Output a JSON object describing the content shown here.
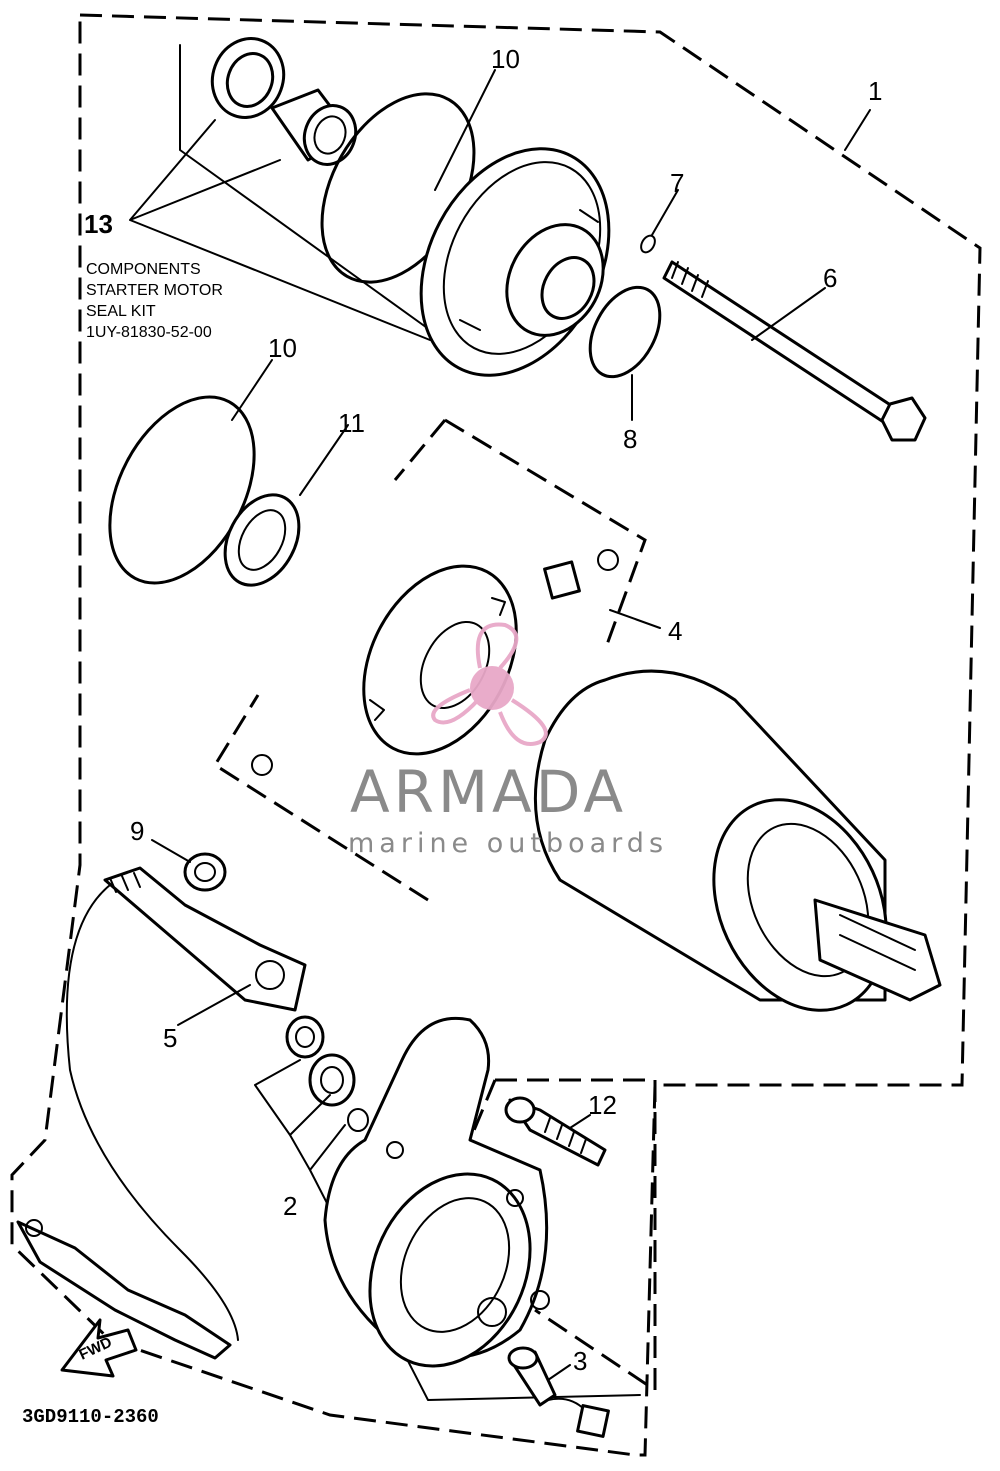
{
  "callouts": {
    "c1": "1",
    "c2": "2",
    "c3": "3",
    "c4": "4",
    "c5": "5",
    "c6": "6",
    "c7": "7",
    "c8": "8",
    "c9": "9",
    "c10a": "10",
    "c10b": "10",
    "c11": "11",
    "c12": "12",
    "c13": "13"
  },
  "seal_kit_note": {
    "line1": "COMPONENTS",
    "line2": "STARTER MOTOR",
    "line3": "SEAL KIT",
    "line4": "1UY-81830-52-00"
  },
  "diagram_code": "3GD9110-2360",
  "fwd_label": "FWD",
  "watermark": {
    "name": "ARMADA",
    "tagline": "marine outboards",
    "logo_color": "#e8a8c8",
    "text_color": "#8a8a8a"
  }
}
